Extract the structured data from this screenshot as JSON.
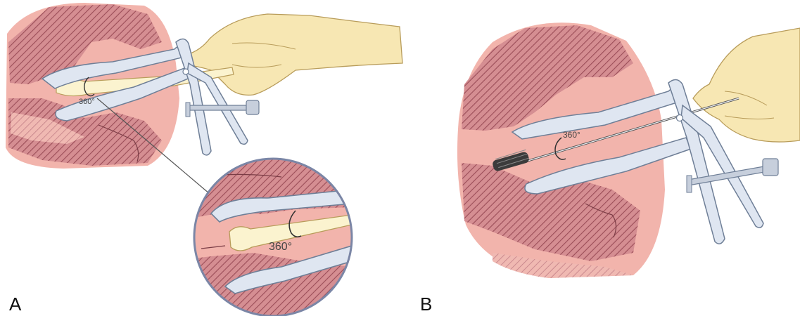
{
  "figure": {
    "panels": [
      {
        "id": "A",
        "label": "A",
        "rotation_label": "360°",
        "inset_rotation_label": "360°"
      },
      {
        "id": "B",
        "label": "B",
        "rotation_label": "360°"
      }
    ],
    "colors": {
      "tissue": "#f2b4ac",
      "tissue_dark": "#c8757a",
      "hatch": "#9b4d58",
      "speculum": "#dfe6f1",
      "speculum_edge": "#6f7f97",
      "glove": "#f7e7b3",
      "glove_edge": "#b89c5a",
      "spatula": "#fbf3cf",
      "inset_border": "#7b86a6"
    }
  }
}
